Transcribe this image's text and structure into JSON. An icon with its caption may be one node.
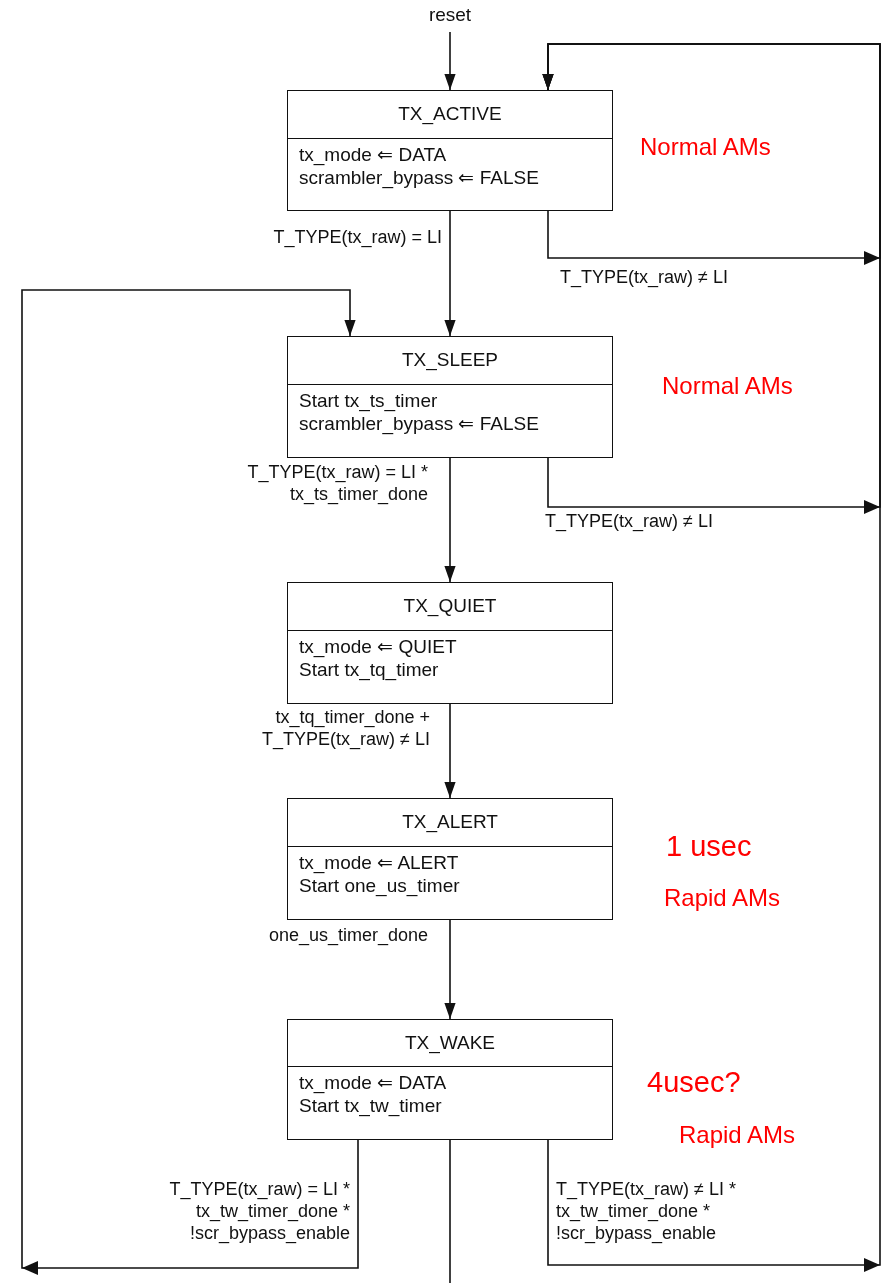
{
  "diagram": {
    "nodes": [
      {
        "text": [
          "reset"
        ]
      },
      {
        "text": [
          "TX_ACTIVE",
          "tx_mode ⇐ DATA",
          "scrambler_bypass ⇐ FALSE"
        ],
        "beside": [
          "Normal AMs"
        ]
      },
      {
        "text": [
          "TX_SLEEP",
          "Start tx_ts_timer",
          "scrambler_bypass ⇐ FALSE"
        ],
        "beside": [
          "Normal AMs"
        ]
      },
      {
        "text": [
          "TX_QUIET",
          "tx_mode ⇐ QUIET",
          "Start tx_tq_timer"
        ]
      },
      {
        "text": [
          "TX_ALERT",
          "tx_mode ⇐ ALERT",
          "Start one_us_timer"
        ],
        "beside": [
          "1 usec",
          "Rapid AMs"
        ]
      },
      {
        "text": [
          "TX_WAKE",
          "tx_mode ⇐ DATA",
          "Start tx_tw_timer"
        ],
        "beside": [
          "4usec?",
          "Rapid AMs"
        ]
      }
    ],
    "edges": [
      {
        "from": 0,
        "to": 1,
        "arrow": "to"
      },
      {
        "from": 1,
        "to": 2,
        "arrow": "to",
        "label": "T_TYPE(tx_raw) = LI"
      },
      {
        "from": 1,
        "to": 1,
        "arrow": "to",
        "label": "T_TYPE(tx_raw) ≠ LI"
      },
      {
        "from": 2,
        "to": 3,
        "arrow": "to",
        "label": "T_TYPE(tx_raw) = LI * tx_ts_timer_done"
      },
      {
        "from": 2,
        "to": 1,
        "arrow": "to",
        "label": "T_TYPE(tx_raw) ≠ LI"
      },
      {
        "from": 3,
        "to": 4,
        "arrow": "to",
        "label": "tx_tq_timer_done + T_TYPE(tx_raw) ≠ LI"
      },
      {
        "from": 4,
        "to": 5,
        "arrow": "to",
        "label": "one_us_timer_done"
      },
      {
        "from": 5,
        "to": 2,
        "arrow": "to",
        "label": "T_TYPE(tx_raw) = LI * tx_tw_timer_done * !scr_bypass_enable"
      },
      {
        "from": 5,
        "to": 1,
        "arrow": "to",
        "label": "T_TYPE(tx_raw) ≠ LI * tx_tw_timer_done * !scr_bypass_enable"
      },
      {
        "from": 5,
        "to": null,
        "arrow": "none"
      }
    ]
  }
}
